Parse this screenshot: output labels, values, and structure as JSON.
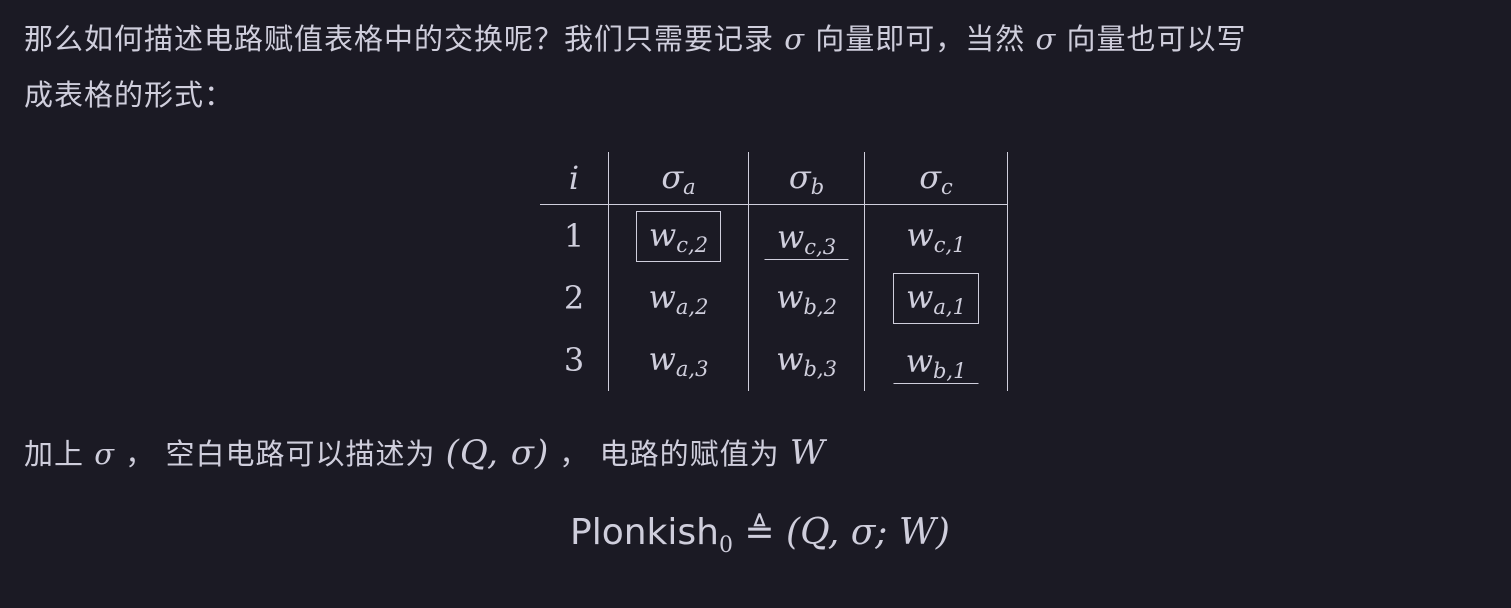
{
  "paragraph1": {
    "line1_a": "那么如何描述电路赋值表格中的交换呢？我们只需要记录 ",
    "sigma1": "σ",
    "line1_b": " 向量即可，当然 ",
    "sigma2": "σ",
    "line1_c": " 向量也可以写",
    "line2": "成表格的形式："
  },
  "table": {
    "headers": [
      {
        "label": "i",
        "sub": ""
      },
      {
        "label": "σ",
        "sub": "a"
      },
      {
        "label": "σ",
        "sub": "b"
      },
      {
        "label": "σ",
        "sub": "c"
      }
    ],
    "rows": [
      {
        "i": "1",
        "cells": [
          {
            "w": "w",
            "sub": "c,2",
            "style": "boxed"
          },
          {
            "w": "w",
            "sub": "c,3",
            "style": "under"
          },
          {
            "w": "w",
            "sub": "c,1",
            "style": ""
          }
        ]
      },
      {
        "i": "2",
        "cells": [
          {
            "w": "w",
            "sub": "a,2",
            "style": ""
          },
          {
            "w": "w",
            "sub": "b,2",
            "style": ""
          },
          {
            "w": "w",
            "sub": "a,1",
            "style": "boxed"
          }
        ]
      },
      {
        "i": "3",
        "cells": [
          {
            "w": "w",
            "sub": "a,3",
            "style": ""
          },
          {
            "w": "w",
            "sub": "b,3",
            "style": ""
          },
          {
            "w": "w",
            "sub": "b,1",
            "style": "under"
          }
        ]
      }
    ]
  },
  "paragraph2": {
    "a": "加上 ",
    "sigma": "σ",
    "b": " ， 空白电路可以描述为 ",
    "pair": "(Q, σ)",
    "c": " ， 电路的赋值为 ",
    "W": "W"
  },
  "formula": {
    "name": "Plonkish",
    "sub": "0",
    "def": " ≜ ",
    "rhs": "(Q, σ; W)"
  },
  "colors": {
    "background": "#1b1a24",
    "text": "#cfcedc"
  }
}
